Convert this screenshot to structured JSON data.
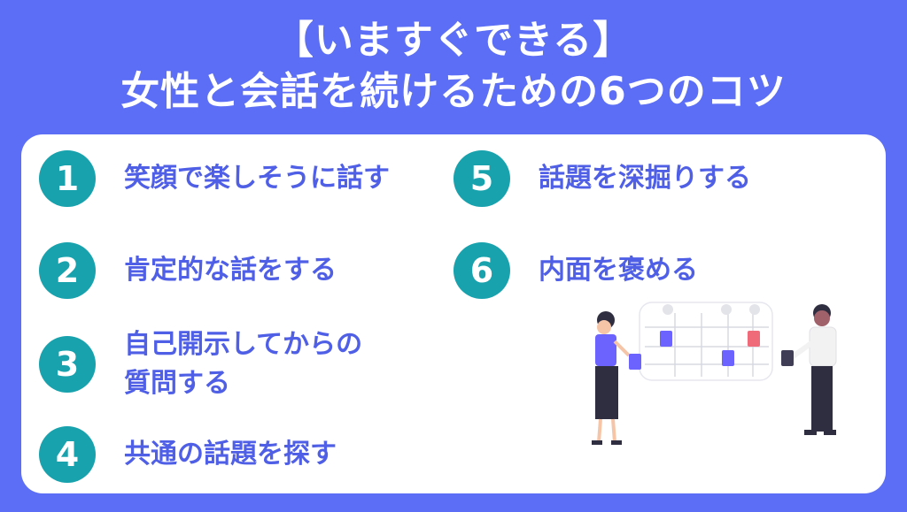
{
  "title": {
    "line1": "【いますぐできる】",
    "line2": "女性と会話を続けるための6つのコツ"
  },
  "tips": [
    {
      "num": "1",
      "text_lines": [
        "笑顔で楽しそうに話す"
      ]
    },
    {
      "num": "2",
      "text_lines": [
        "肯定的な話をする"
      ]
    },
    {
      "num": "3",
      "text_lines": [
        "自己開示してからの",
        "質問する"
      ]
    },
    {
      "num": "4",
      "text_lines": [
        "共通の話題を探す"
      ]
    },
    {
      "num": "5",
      "text_lines": [
        "話題を深掘りする"
      ]
    },
    {
      "num": "6",
      "text_lines": [
        "内面を褒める"
      ]
    }
  ],
  "colors": {
    "background": "#5b6ef5",
    "number_circle": "#17a2ad",
    "label_text": "#4f5fe6"
  },
  "illustration": "two-people-with-calendar-board"
}
